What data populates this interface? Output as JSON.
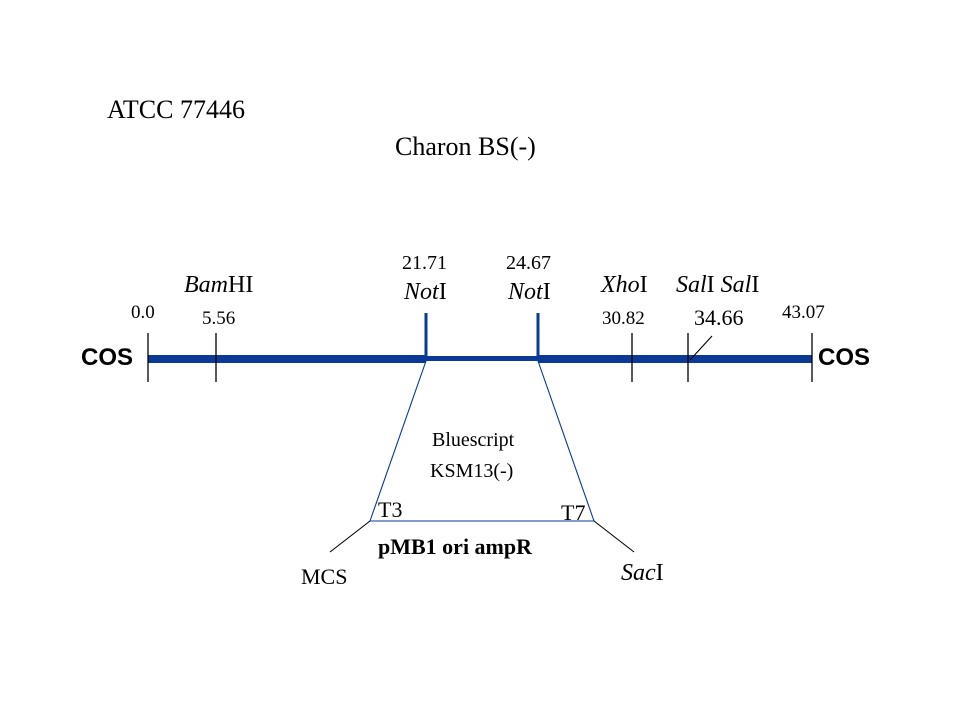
{
  "header": {
    "accession": "ATCC 77446",
    "title": "Charon BS(-)"
  },
  "ends": {
    "left": "COS",
    "right": "COS"
  },
  "positions": {
    "start": "0.0",
    "bamhi": "5.56",
    "not1": "21.71",
    "not2": "24.67",
    "xhoi": "30.82",
    "sali": "34.66",
    "end": "43.07"
  },
  "enzymes": {
    "bamhi": {
      "italic": "Bam",
      "suffix": "HI"
    },
    "not1": {
      "italic": "Not",
      "suffix": "I"
    },
    "not2": {
      "italic": "Not",
      "suffix": "I"
    },
    "xhoi": {
      "italic": "Xho",
      "suffix": "I"
    },
    "sali_a": {
      "italic": "Sal",
      "suffix": "I"
    },
    "sali_b": {
      "italic": "Sal",
      "suffix": "I"
    },
    "saci": {
      "italic": "Sac",
      "suffix": "I"
    }
  },
  "insert": {
    "name_line1": "Bluescript",
    "name_line2": "KSM13(-)",
    "t3": "T3",
    "t7": "T7",
    "features": "pMB1 ori  ampR",
    "mcs": "MCS"
  },
  "colors": {
    "backbone": "#0a3a96",
    "lines": "#000000",
    "insert_outline": "#0a3a96"
  }
}
